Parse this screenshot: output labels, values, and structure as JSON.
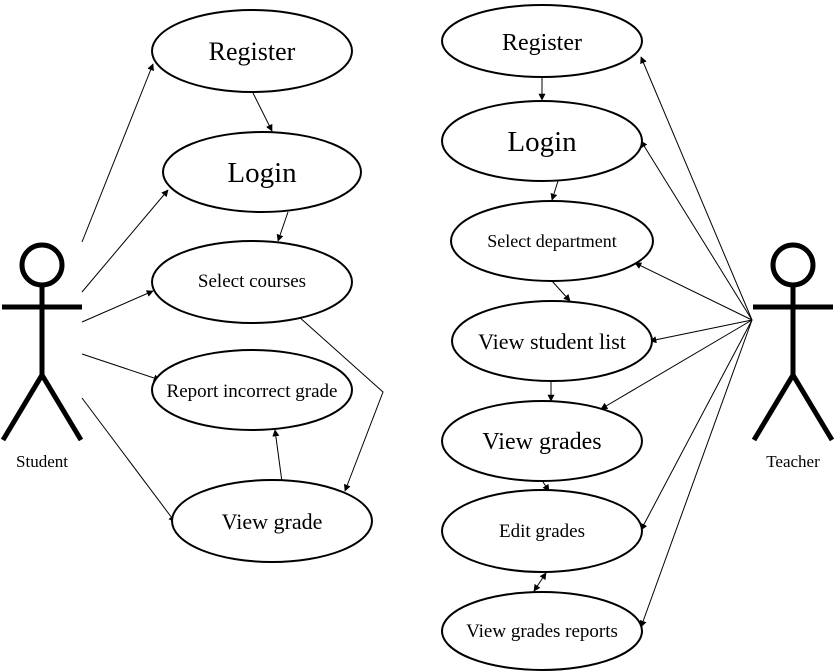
{
  "actors": {
    "student": {
      "label": "Student"
    },
    "teacher": {
      "label": "Teacher"
    }
  },
  "student_use_cases": {
    "register": "Register",
    "login": "Login",
    "select_courses": "Select courses",
    "report_incorrect_grade": "Report incorrect grade",
    "view_grade": "View grade"
  },
  "teacher_use_cases": {
    "register": "Register",
    "login": "Login",
    "select_department": "Select department",
    "view_student_list": "View student list",
    "view_grades": "View grades",
    "edit_grades": "Edit grades",
    "view_grades_reports": "View grades reports"
  }
}
